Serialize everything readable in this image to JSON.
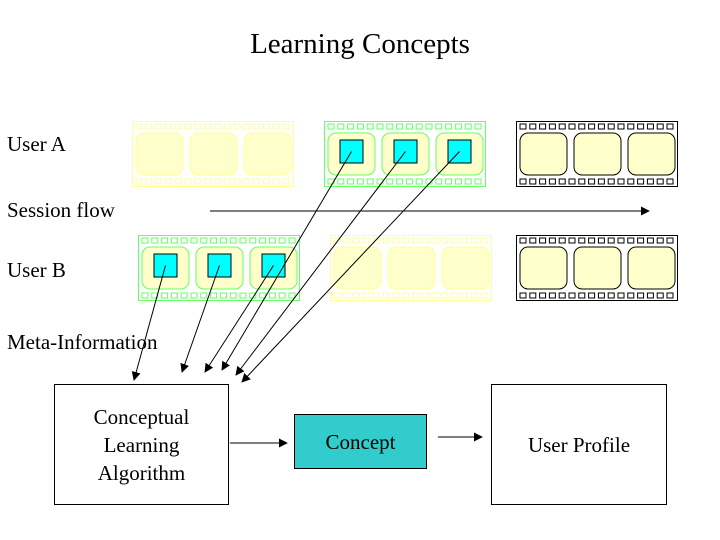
{
  "title": "Learning Concepts",
  "labels": {
    "user_a": "User A",
    "session_flow": "Session flow",
    "user_b": "User B",
    "meta_information": "Meta-Information"
  },
  "boxes": {
    "algorithm": "Conceptual\nLearning\nAlgorithm",
    "concept": "Concept",
    "user_profile": "User Profile"
  },
  "colors": {
    "yellow_strip": "#ffff99",
    "green_strip": "#66ff66",
    "dark_strip": "#000000",
    "frame_fill": "#ffffcc",
    "meta_marker": "#00ffff",
    "concept_fill": "#33cccc"
  },
  "film_strips": [
    {
      "row": "user_a",
      "state": "inactive",
      "meta": false
    },
    {
      "row": "user_a",
      "state": "active",
      "meta": true
    },
    {
      "row": "user_a",
      "state": "future",
      "meta": false
    },
    {
      "row": "user_b",
      "state": "active",
      "meta": true
    },
    {
      "row": "user_b",
      "state": "inactive",
      "meta": false
    },
    {
      "row": "user_b",
      "state": "future",
      "meta": false
    }
  ]
}
